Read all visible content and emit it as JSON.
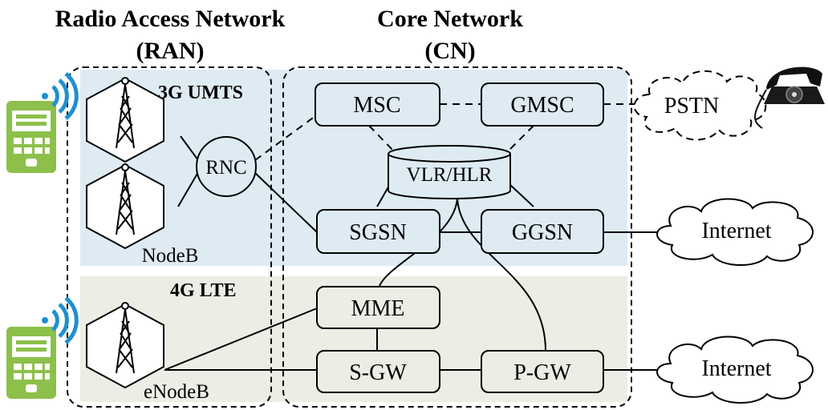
{
  "titles": {
    "ran_line1": "Radio Access Network",
    "ran_line2": "(RAN)",
    "cn_line1": "Core Network",
    "cn_line2": "(CN)"
  },
  "sections": {
    "umts": "3G UMTS",
    "lte": "4G LTE"
  },
  "nodes": {
    "msc": "MSC",
    "gmsc": "GMSC",
    "vlr_hlr": "VLR/HLR",
    "rnc": "RNC",
    "sgsn": "SGSN",
    "ggsn": "GGSN",
    "mme": "MME",
    "sgw": "S-GW",
    "pgw": "P-GW",
    "nodeb": "NodeB",
    "enodeb": "eNodeB"
  },
  "clouds": {
    "pstn": "PSTN",
    "internet_3g": "Internet",
    "internet_4g": "Internet"
  },
  "colors": {
    "umts_bg": "#dfebf3",
    "lte_bg": "#ededE6",
    "phone_green": "#8cc04a",
    "wave_blue": "#1f8fd1",
    "line": "#000000"
  }
}
